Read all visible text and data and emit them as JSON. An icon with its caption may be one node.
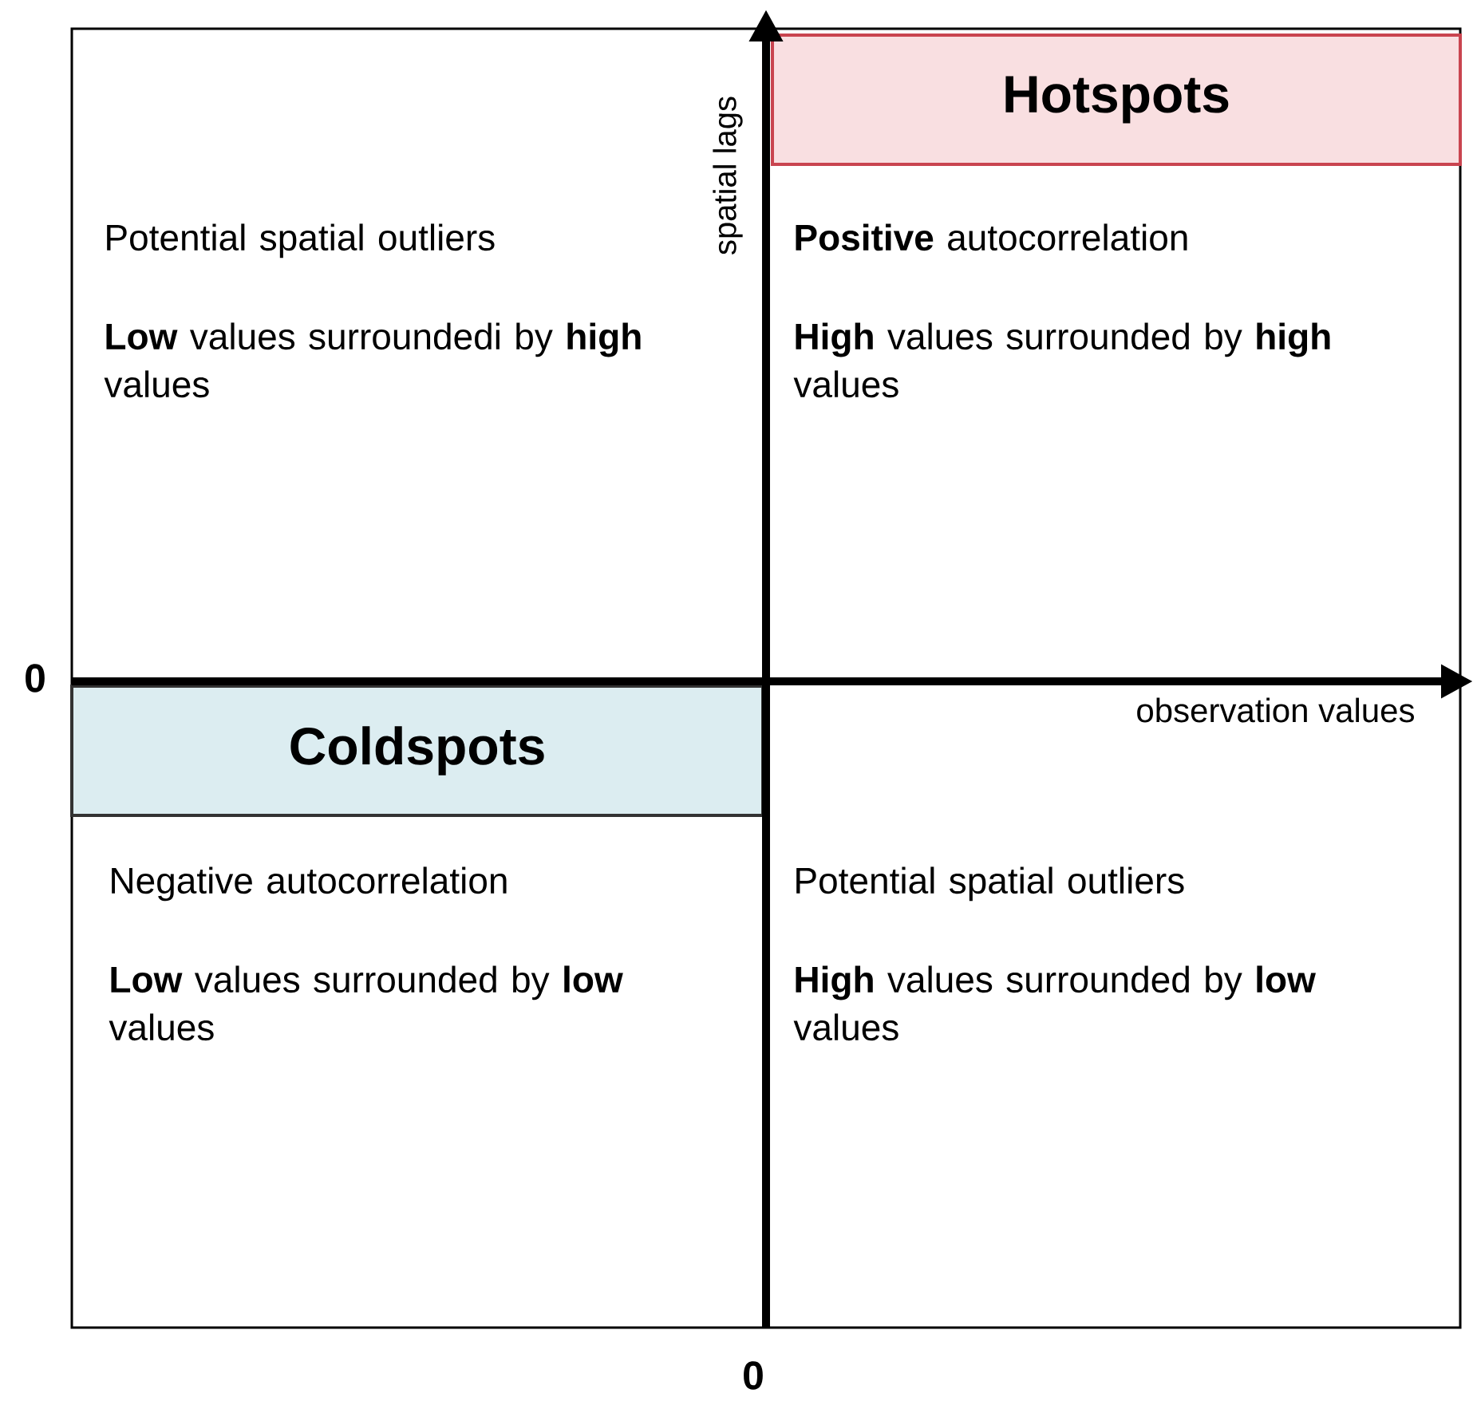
{
  "diagram": {
    "nodes": [
      {
        "text": [
          "Potential spatial outliers",
          "**Low** values surroundedi by **high** values"
        ]
      },
      {
        "text": [
          "**Positive** autocorrelation",
          "**High** values surrounded by **high** values"
        ]
      },
      {
        "text": [
          "Hotspots"
        ]
      },
      {
        "text": [
          "Negative autocorrelation",
          "**Low** values surrounded by **low** values"
        ]
      },
      {
        "text": [
          "Coldspots"
        ]
      },
      {
        "text": [
          "Potential spatial outliers",
          "**High** values surrounded by **low** values"
        ]
      }
    ],
    "labels": [
      "spatial lags",
      "observation values",
      "0",
      "0"
    ]
  }
}
